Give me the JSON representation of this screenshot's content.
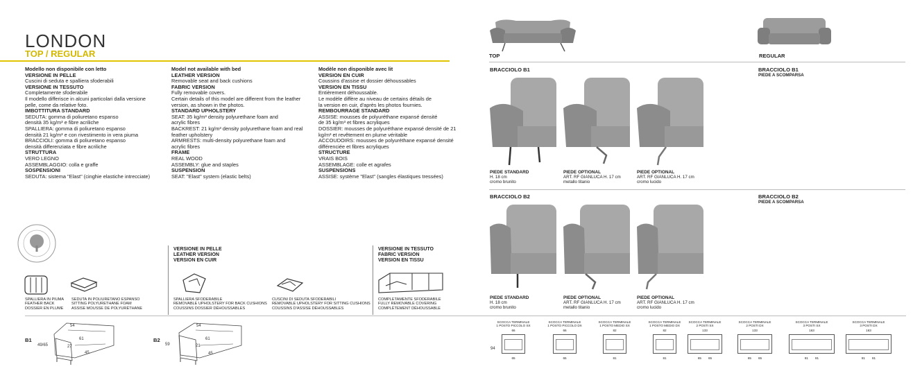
{
  "header": {
    "title": "LONDON",
    "subtitle": "TOP / REGULAR"
  },
  "col_it": [
    {
      "t": "Modello non disponibile con letto",
      "b": true
    },
    {
      "t": "VERSIONE IN PELLE",
      "b": true
    },
    {
      "t": "Cuscini di seduta e spalliera sfoderabili",
      "b": false
    },
    {
      "t": "VERSIONE IN TESSUTO",
      "b": true
    },
    {
      "t": "Completamente sfoderabile",
      "b": false
    },
    {
      "t": "Il modello differisce in alcuni particolari dalla versione",
      "b": false
    },
    {
      "t": "pelle, come da relative foto.",
      "b": false
    },
    {
      "t": "IMBOTTITURA STANDARD",
      "b": true
    },
    {
      "t": "SEDUTA: gomma di poliuretano espanso",
      "b": false
    },
    {
      "t": "densità 35 kg/m³ e fibre acriliche",
      "b": false
    },
    {
      "t": "SPALLIERA: gomma di poliuretano espanso",
      "b": false
    },
    {
      "t": "densità 21 kg/m³ e con rivestimento in vera piuma",
      "b": false
    },
    {
      "t": "BRACCIOLI: gomma di poliuretano espanso",
      "b": false
    },
    {
      "t": "densità differenziata e fibre acriliche",
      "b": false
    },
    {
      "t": "STRUTTURA",
      "b": true
    },
    {
      "t": "VERO LEGNO",
      "b": false
    },
    {
      "t": "ASSEMBLAGGIO: colla e graffe",
      "b": false
    },
    {
      "t": "SOSPENSIONI",
      "b": true
    },
    {
      "t": "SEDUTA: sistema \"Elast\" (cinghie elastiche intrecciate)",
      "b": false
    }
  ],
  "col_en": [
    {
      "t": "Model not available with bed",
      "b": true
    },
    {
      "t": "LEATHER VERSION",
      "b": true
    },
    {
      "t": "Removable seat and back cushions",
      "b": false
    },
    {
      "t": "FABRIC VERSION",
      "b": true
    },
    {
      "t": "Fully removable covers.",
      "b": false
    },
    {
      "t": "Certain details of this model are different from the leather",
      "b": false
    },
    {
      "t": "version, as shown in the photos.",
      "b": false
    },
    {
      "t": "STANDARD UPHOLSTERY",
      "b": true
    },
    {
      "t": "SEAT: 35 kg/m³ density polyurethane foam and",
      "b": false
    },
    {
      "t": "acrylic fibres",
      "b": false
    },
    {
      "t": "BACKREST: 21 kg/m³ density polyurethane foam and real",
      "b": false
    },
    {
      "t": "feather upholstery",
      "b": false
    },
    {
      "t": "ARMRESTS: multi-density polyurethane foam and",
      "b": false
    },
    {
      "t": "acrylic fibres",
      "b": false
    },
    {
      "t": "FRAME",
      "b": true
    },
    {
      "t": "REAL WOOD",
      "b": false
    },
    {
      "t": "ASSEMBLY: glue and staples",
      "b": false
    },
    {
      "t": "SUSPENSION",
      "b": true
    },
    {
      "t": "SEAT: \"Elast\" system (elastic belts)",
      "b": false
    }
  ],
  "col_fr": [
    {
      "t": "Modèle non disponible avec lit",
      "b": true
    },
    {
      "t": "VERSION EN CUIR",
      "b": true
    },
    {
      "t": "Coussins d'assise et dossier déhoussables",
      "b": false
    },
    {
      "t": "VERSION EN TISSU",
      "b": true
    },
    {
      "t": "Entièrement déhoussable.",
      "b": false
    },
    {
      "t": "Le modèle diffère au niveau de certains détails de",
      "b": false
    },
    {
      "t": "la version en cuir, d'après les photos fournies.",
      "b": false
    },
    {
      "t": "REMBOURRAGE STANDARD",
      "b": true
    },
    {
      "t": "ASSISE: mousses de polyuréthane expansé densité",
      "b": false
    },
    {
      "t": "de 35 kg/m³ et fibres acryliques",
      "b": false
    },
    {
      "t": "DOSSIER: mousses de polyuréthane expansé densité de 21",
      "b": false
    },
    {
      "t": "kg/m³ et revêtement en plume véritable",
      "b": false
    },
    {
      "t": "ACCOUDOIRS: mousses de polyuréthane expansé densité",
      "b": false
    },
    {
      "t": "différenciée et fibres acryliques",
      "b": false
    },
    {
      "t": "STRUCTURE",
      "b": true
    },
    {
      "t": "VRAIS BOIS",
      "b": false
    },
    {
      "t": "ASSEMBLAGE: colle et agrafes",
      "b": false
    },
    {
      "t": "SUSPENSIONS",
      "b": true
    },
    {
      "t": "ASSISE: système \"Elast\" (sangles élastiques tressées)",
      "b": false
    }
  ],
  "versions": {
    "leather": [
      "VERSIONE IN PELLE",
      "LEATHER VERSION",
      "VERSION EN CUIR"
    ],
    "fabric": [
      "VERSIONE IN TESSUTO",
      "FABRIC VERSION",
      "VERSION EN TISSU"
    ]
  },
  "icon_captions": {
    "feather": [
      "SPALLIERA IN PIUMA",
      "FEATHER BACK",
      "DOSSIER EN PLUME"
    ],
    "foam": [
      "SEDUTA IN POLIURETANO ESPANSO",
      "SITTING POLYURETHANE FOAM",
      "ASSISE MOUSSE DE POLYURÉTHANE"
    ],
    "back_cushions": [
      "SPALLIERA SFODERABILE",
      "REMOVABLE UPHOLSTERY FOR BACK CUSHIONS",
      "COUSSINS DOSSIER DÉHOUSSABLES"
    ],
    "seat_cushions": [
      "CUSCINI DI SEDUTA SFODERABILI",
      "REMOVABLE UPHOLSTERY FOR SITTING CUSHIONS",
      "COUSSINS D'ASSISE DÉHOUSSABLES"
    ],
    "full_removable": [
      "COMPLETAMENTE SFODERABILE",
      "FULLY REMOVABLE COVERING",
      "COMPLÈTEMENT DÉHOUSSABLE"
    ]
  },
  "right": {
    "top_label": "TOP",
    "regular_label": "REGULAR",
    "b1_label": "BRACCIOLO B1",
    "b2_label": "BRACCIOLO B2",
    "reg_b1": [
      "BRACCIOLO B1",
      "PIEDE A SCOMPARSA"
    ],
    "reg_b2": [
      "BRACCIOLO B2",
      "PIEDE A SCOMPARSA"
    ],
    "b1_captions": [
      [
        "PIEDE STANDARD",
        "H. 18 cm",
        "cromo brunito"
      ],
      [
        "PIEDE OPTIONAL",
        "ART. RF GIANLUCA H. 17 cm",
        "metallo titanio"
      ],
      [
        "PIEDE OPTIONAL",
        "ART. RF GIANLUCA H. 17 cm",
        "cromo lucido"
      ]
    ],
    "b2_captions": [
      [
        "PIEDE STANDARD",
        "H. 18 cm",
        "cromo brunito"
      ],
      [
        "PIEDE OPTIONAL",
        "ART. RF GIANLUCA H. 17 cm",
        "metallo titanio"
      ],
      [
        "PIEDE OPTIONAL",
        "ART. RF GIANLUCA H. 17 cm",
        "cromo lucido"
      ]
    ]
  },
  "dims": {
    "b1": {
      "label": "B1",
      "d1": "54",
      "d2": "61",
      "d3": "49/65",
      "d4": "27",
      "d5": "45"
    },
    "b2": {
      "label": "B2",
      "d1": "54",
      "d2": "61",
      "d3": "59",
      "d4": "21",
      "d5": "45"
    },
    "height": "94",
    "modules": [
      {
        "l1": "SCOCCA TERMINALE",
        "l2": "1 POSTO PICCOLO SX",
        "top": "66",
        "bot": [
          "65"
        ]
      },
      {
        "l1": "SCOCCA TERMINALE",
        "l2": "1 POSTO PICCOLO DX",
        "top": "66",
        "bot": [
          "65"
        ]
      },
      {
        "l1": "SCOCCA TERMINALE",
        "l2": "1 POSTO MEDIO SX",
        "top": "82",
        "bot": [
          "81"
        ]
      },
      {
        "l1": "SCOCCA TERMINALE",
        "l2": "1 POSTO MEDIO DX",
        "top": "82",
        "bot": [
          "81"
        ]
      },
      {
        "l1": "SCOCCA TERMINALE",
        "l2": "2 POSTI SX",
        "top": "133",
        "bot": [
          "65",
          "65"
        ]
      },
      {
        "l1": "SCOCCA TERMINALE",
        "l2": "2 POSTI DX",
        "top": "133",
        "bot": [
          "65",
          "65"
        ]
      },
      {
        "l1": "SCOCCA TERMINALE",
        "l2": "3 POSTI SX",
        "top": "163",
        "bot": [
          "81",
          "81"
        ]
      },
      {
        "l1": "SCOCCA TERMINALE",
        "l2": "3 POSTI DX",
        "top": "163",
        "bot": [
          "81",
          "81"
        ]
      }
    ]
  }
}
